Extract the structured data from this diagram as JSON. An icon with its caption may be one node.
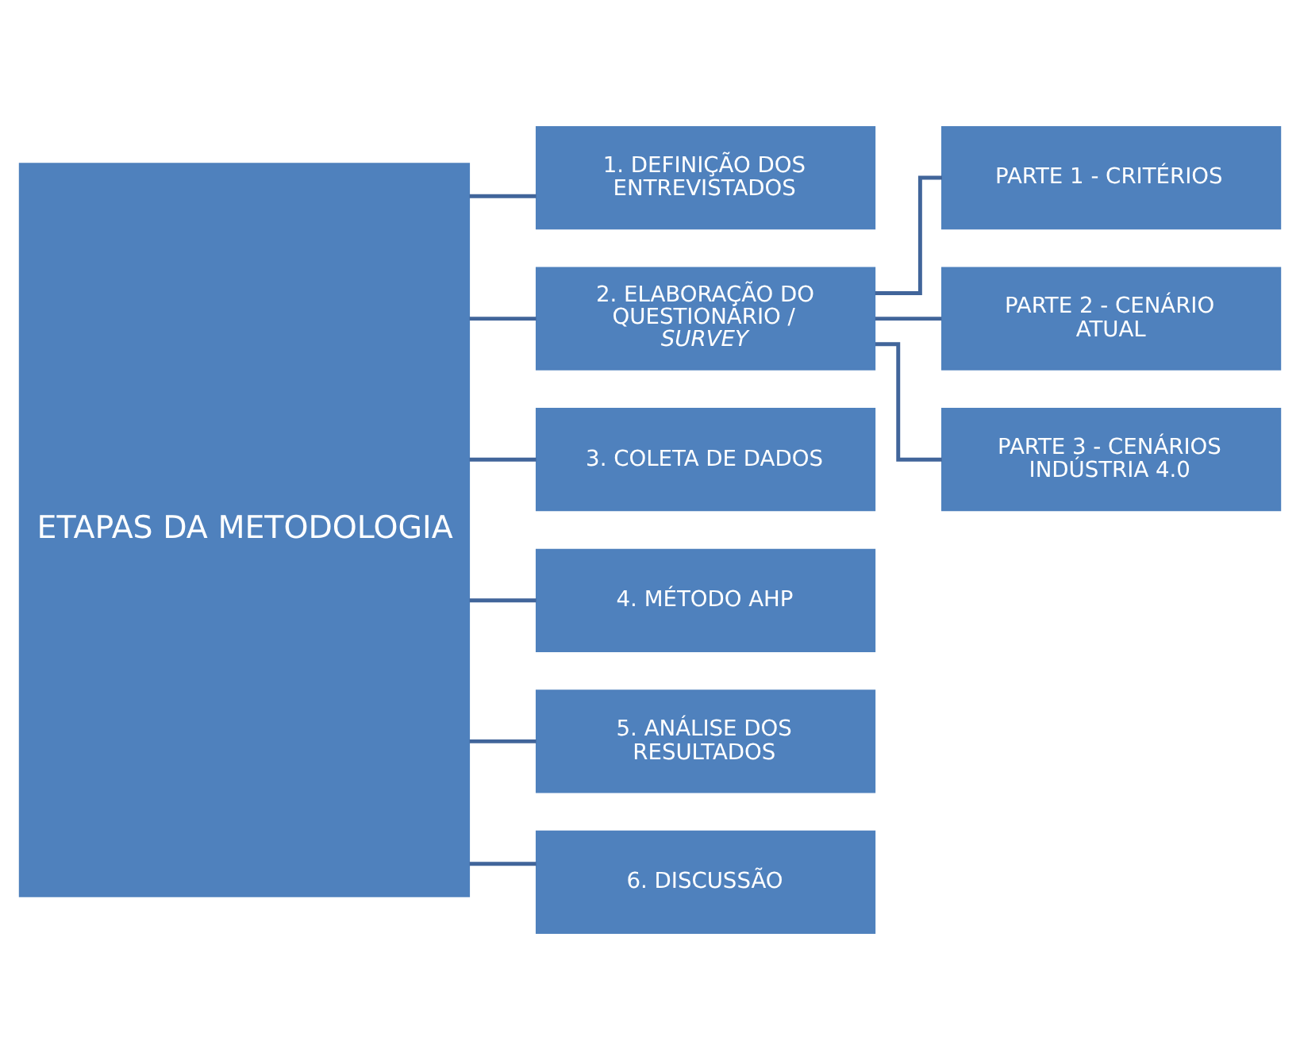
{
  "diagram": {
    "nodes": [
      {
        "text": [
          "ETAPAS DA METODOLOGIA"
        ]
      },
      {
        "text": [
          "1. DEFINIÇÃO DOS ENTREVISTADOS"
        ]
      },
      {
        "text": [
          "2. ELABORAÇÃO DO QUESTIONÁRIO / *SURVEY*"
        ]
      },
      {
        "text": [
          "3. COLETA DE DADOS"
        ]
      },
      {
        "text": [
          "4. MÉTODO AHP"
        ]
      },
      {
        "text": [
          "5. ANÁLISE DOS RESULTADOS"
        ]
      },
      {
        "text": [
          "6. DISCUSSÃO"
        ]
      },
      {
        "text": [
          "PARTE 1 - CRITÉRIOS"
        ]
      },
      {
        "text": [
          "PARTE 2 - CENÁRIO ATUAL"
        ]
      },
      {
        "text": [
          "PARTE 3 - CENÁRIOS INDÚSTRIA 4.0"
        ]
      }
    ],
    "edges": [
      {
        "from": 0,
        "to": 1,
        "arrow": "none"
      },
      {
        "from": 0,
        "to": 2,
        "arrow": "none"
      },
      {
        "from": 0,
        "to": 3,
        "arrow": "none"
      },
      {
        "from": 0,
        "to": 4,
        "arrow": "none"
      },
      {
        "from": 0,
        "to": 5,
        "arrow": "none"
      },
      {
        "from": 0,
        "to": 6,
        "arrow": "none"
      },
      {
        "from": 2,
        "to": 7,
        "arrow": "none"
      },
      {
        "from": 2,
        "to": 8,
        "arrow": "none"
      },
      {
        "from": 2,
        "to": 9,
        "arrow": "none"
      }
    ]
  }
}
